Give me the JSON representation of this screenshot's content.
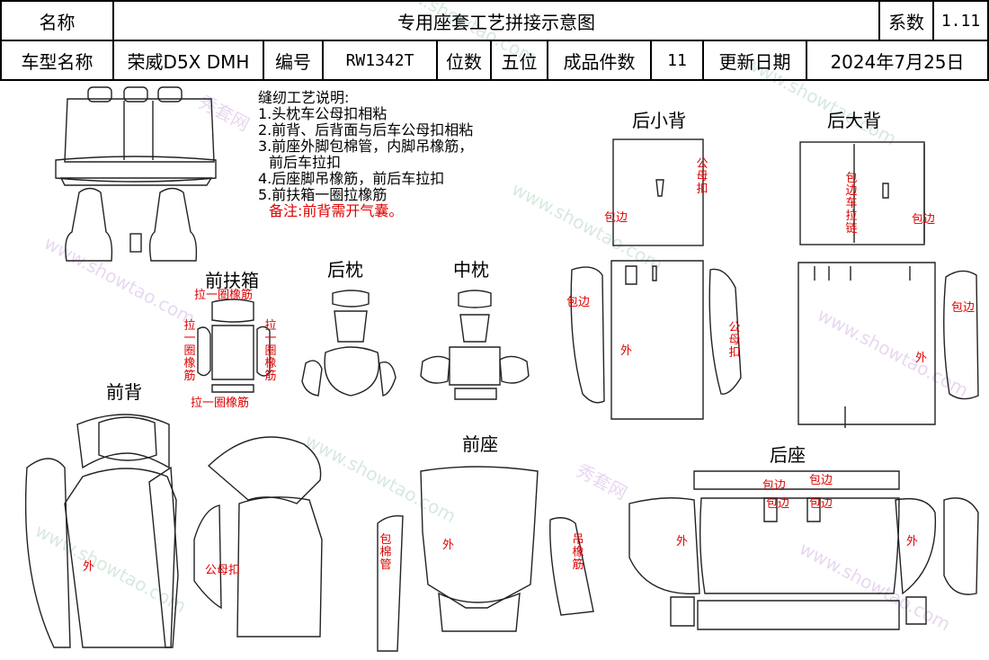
{
  "header": {
    "name_label": "名称",
    "title": "专用座套工艺拼接示意图",
    "coef_label": "系数",
    "coef_value": "1.11",
    "model_label": "车型名称",
    "model_value": "荣威D5X DMH",
    "code_label": "编号",
    "code_value": "RW1342T",
    "seats_label": "位数",
    "seats_value": "五位",
    "pieces_label": "成品件数",
    "pieces_value": "11",
    "date_label": "更新日期",
    "date_value": "2024年7月25日"
  },
  "notes": {
    "heading": "缝纫工艺说明:",
    "items": [
      "1.头枕车公母扣相粘",
      "2.前背、后背面与后车公母扣相粘",
      "3.前座外脚包棉管，内脚吊橡筋，",
      "  前后车拉扣",
      "4.后座脚吊橡筋，前后车拉扣",
      "5.前扶箱一圈拉橡筋"
    ],
    "remark": "备注:前背需开气囊。"
  },
  "sections": {
    "front_armrest": "前扶箱",
    "rear_headrest": "后枕",
    "middle_headrest": "中枕",
    "front_back": "前背",
    "front_seat": "前座",
    "rear_small_back": "后小背",
    "rear_big_back": "后大背",
    "rear_seat": "后座"
  },
  "annotations": {
    "rubber_ring": "拉一圈橡筋",
    "rubber_ring_v": "拉一圈橡筋",
    "outer": "外",
    "snap": "公母扣",
    "cotton_tube": "包棉管",
    "hang_rubber": "吊橡筋",
    "edge": "包边",
    "edge_zip": "包边车拉链"
  },
  "watermark": {
    "brand_cn": "秀套网",
    "brand_url": "www.showtao.com"
  },
  "colors": {
    "annotation_red": "#e00000",
    "watermark_green": "#b7d8c4",
    "watermark_purple": "#d7b8e6"
  }
}
